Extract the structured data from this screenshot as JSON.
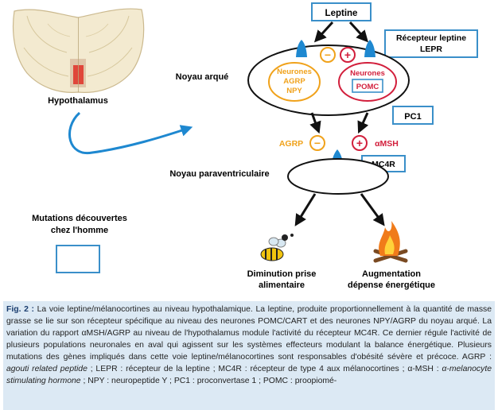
{
  "diagram": {
    "brain_label": "Hypothalamus",
    "leptin_label": "Leptine",
    "receptor_label": "Récepteur leptine LEPR",
    "receptor_line1": "Récepteur leptine",
    "receptor_line2": "LEPR",
    "arcuate_label": "Noyau arqué",
    "agrp_neurons": [
      "Neurones",
      "AGRP",
      "NPY"
    ],
    "pomc_neurons_title": "Neurones",
    "pomc_label": "POMC",
    "pc1_label": "PC1",
    "agrp_label": "AGRP",
    "amsh_label": "αMSH",
    "mc4r_label": "MC4R",
    "paraventricular_label": "Noyau paraventriculaire",
    "mutations_line1": "Mutations découvertes",
    "mutations_line2": "chez l'homme",
    "intake_line1": "Diminution prise",
    "intake_line2": "alimentaire",
    "expenditure_line1": "Augmentation",
    "expenditure_line2": "dépense énergétique",
    "minus_symbol": "−",
    "plus_symbol": "+",
    "colors": {
      "box_blue": "#3a8fc9",
      "receptor_blue": "#1e88d0",
      "agrp_orange": "#f0a21b",
      "pomc_red": "#d21f3c"
    }
  },
  "caption": {
    "fig_label": "Fig. 2 :",
    "text1": " La voie leptine/mélanocortines au niveau hypothalamique. La leptine, produite proportionnellement à la quantité de masse grasse se lie sur son récepteur spécifique au niveau des neurones POMC/CART et des neurones NPY/AGRP du noyau arqué. La variation du rapport αMSH/AGRP au niveau de l'hypothalamus module l'activité du récepteur MC4R. Ce dernier régule l'activité de plusieurs populations neuronales en aval qui agissent sur les systèmes effecteurs modulant la balance énergétique. Plusieurs mutations des gènes impliqués dans cette voie leptine/mélanocortines sont responsables d'obésité sévère et précoce. AGRP : ",
    "agrp_italic": "agouti related peptide",
    "text2": " ; LEPR : récepteur de la leptine ; MC4R : récepteur de type 4 aux mélanocortines ; α-MSH : ",
    "amsh_italic": "α-melanocyte stimulating hormone",
    "text3": " ; NPY : neuropeptide Y ; PC1 : proconvertase 1 ; POMC : proopiomé-"
  }
}
